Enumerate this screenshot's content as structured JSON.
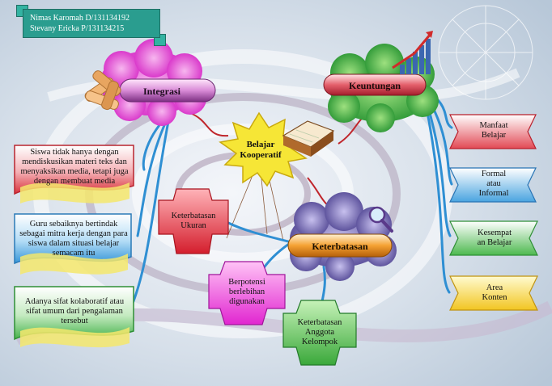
{
  "authors": {
    "line1": "Nimas Karomah D/131134192",
    "line2": "Stevany Ericka P/131134215"
  },
  "center": {
    "label_line1": "Belajar",
    "label_line2": "Kooperatif"
  },
  "integrasi": {
    "label": "Integrasi"
  },
  "keuntungan": {
    "label": "Keuntungan"
  },
  "keterbatasan": {
    "label": "Keterbatasan"
  },
  "integrasi_points": [
    {
      "text": "Siswa tidak hanya dengan mendiskusikan materi teks dan menyaksikan media, tetapi juga dengan membuat media"
    },
    {
      "text": "Guru sebaiknya bertindak sebagai mitra kerja dengan para siswa dalam situasi belajar semacam itu"
    },
    {
      "text": "Adanya sifat kolaboratif atau sifat umum dari pengalaman tersebut"
    }
  ],
  "keuntungan_points": [
    {
      "line1": "Manfaat",
      "line2": "Belajar"
    },
    {
      "line1": "Formal",
      "line2": "atau",
      "line3": "Informal"
    },
    {
      "line1": "Kesempat",
      "line2": "an Belajar"
    },
    {
      "line1": "Area",
      "line2": "Konten"
    }
  ],
  "keterbatasan_points": [
    {
      "line1": "Keterbatasan",
      "line2": "Ukuran"
    },
    {
      "line1": "Berpotensi",
      "line2": "berlebihan",
      "line3": "digunakan"
    },
    {
      "line1": "Keterbatasan",
      "line2": "Anggota",
      "line3": "Kelompok"
    }
  ],
  "colors": {
    "integrasi_cloud": "#e33bd6",
    "keuntungan_cloud": "#2fae3c",
    "keterbatasan_cloud": "#6a5aa8",
    "connector": "#2f8fd3",
    "link_red": "#c0262c",
    "star": "#f6e636"
  }
}
